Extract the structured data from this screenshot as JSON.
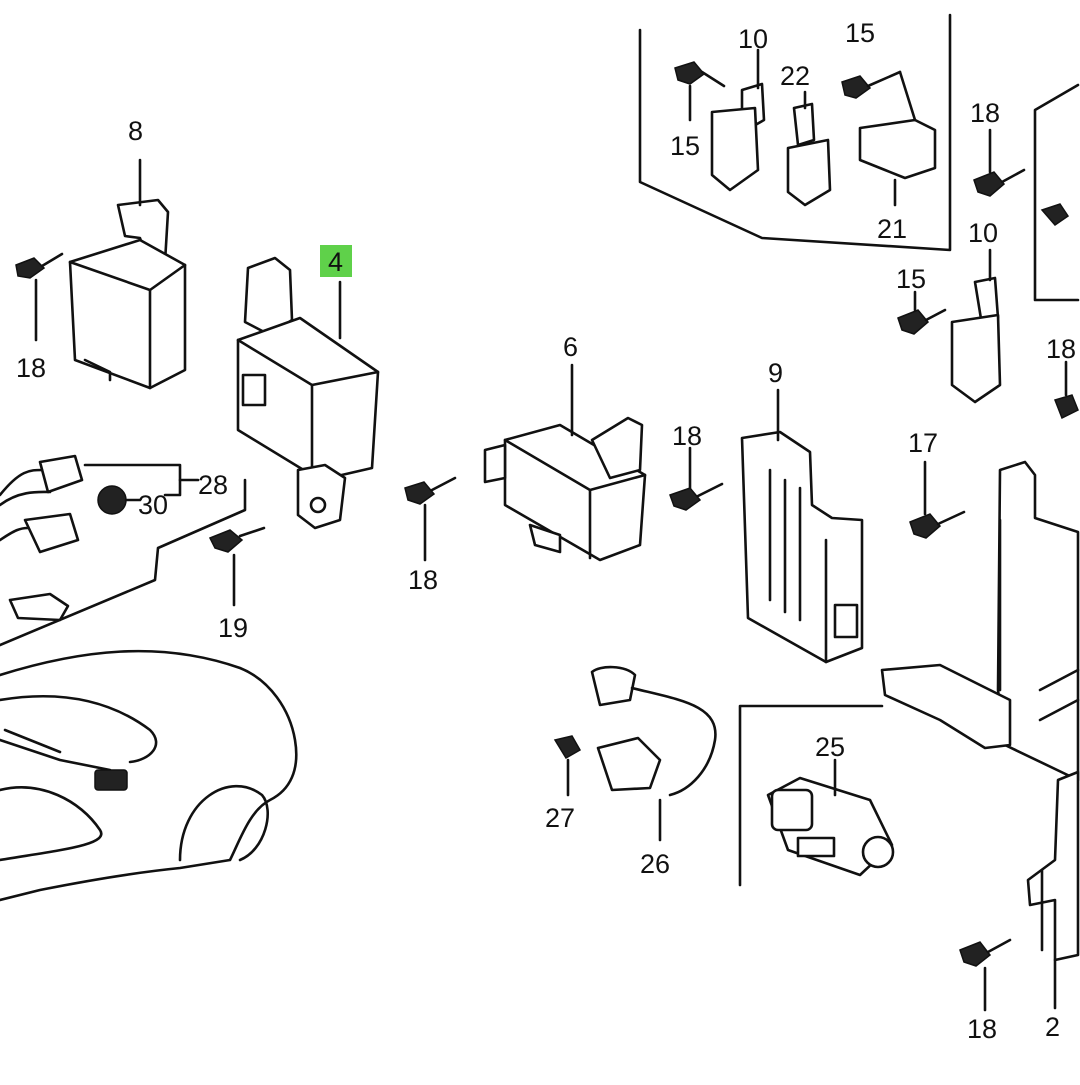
{
  "callouts": {
    "c8": "8",
    "c18a": "18",
    "c4": "4",
    "c6": "6",
    "c9": "9",
    "c18b": "18",
    "c18c": "18",
    "c17": "17",
    "c28": "28",
    "c30": "30",
    "c19": "19",
    "c10a": "10",
    "c15a": "15",
    "c15b": "15",
    "c22": "22",
    "c21": "21",
    "c18d": "18",
    "c10b": "10",
    "c15c": "15",
    "c18e": "18",
    "c25": "25",
    "c27": "27",
    "c26": "26",
    "c18f": "18",
    "c2": "2"
  },
  "highlight_color": "#5fd14a"
}
